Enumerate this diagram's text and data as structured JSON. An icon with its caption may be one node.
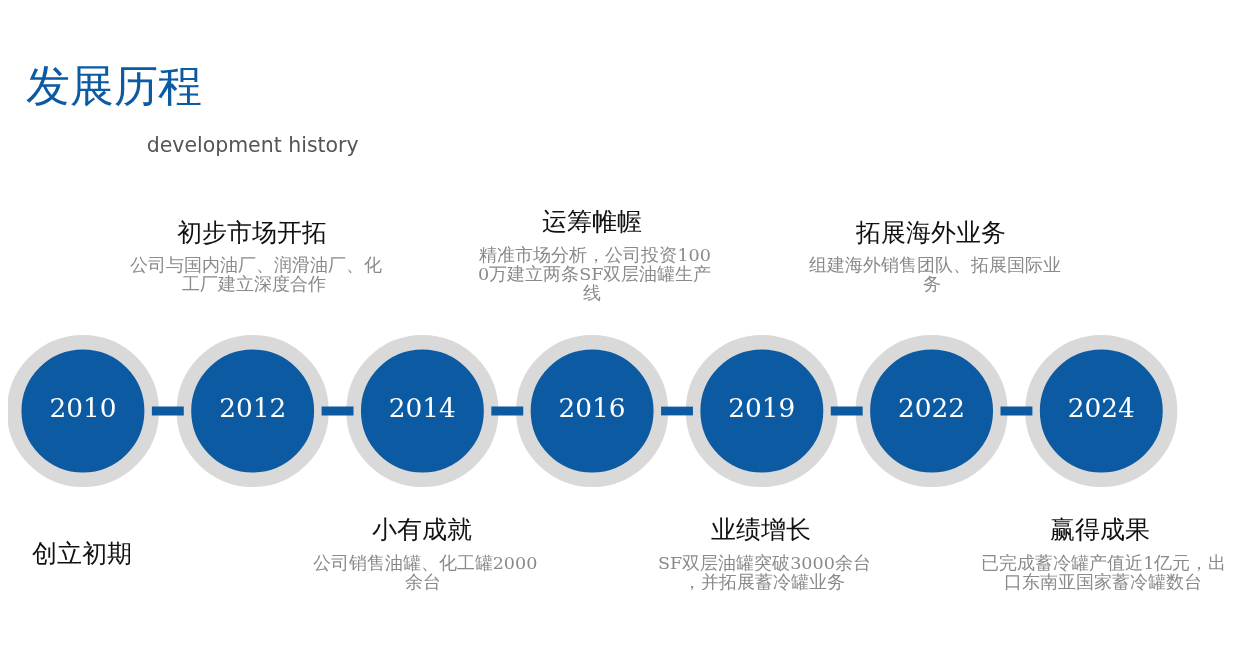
{
  "diagram": {
    "title": "发展历程",
    "nodes": [
      {
        "text": [
          "2010"
        ],
        "beside": [
          "创立初期"
        ]
      },
      {
        "text": [
          "2012"
        ],
        "beside": [
          "初步市场开拓",
          "公司与国内油厂、润滑油厂、化工厂建立深度合作"
        ]
      },
      {
        "text": [
          "2014"
        ],
        "beside": [
          "小有成就",
          "公司销售油罐、化工罐2000余台"
        ]
      },
      {
        "text": [
          "2016"
        ],
        "beside": [
          "运筹帷幄",
          "精准市场分析，公司投资1000万建立两条SF双层油罐生产线"
        ]
      },
      {
        "text": [
          "2019"
        ],
        "beside": [
          "业绩增长",
          "SF双层油罐突破3000余台，并拓展蓄冷罐业务"
        ]
      },
      {
        "text": [
          "2022"
        ],
        "beside": [
          "拓展海外业务",
          "组建海外销售团队、拓展国际业务"
        ]
      },
      {
        "text": [
          "2024"
        ],
        "beside": [
          "赢得成果",
          "已完成蓄冷罐产值近1亿元，出口东南亚国家蓄冷罐数台"
        ]
      }
    ],
    "edges": [
      {
        "from": 0,
        "to": 1,
        "arrow": "none"
      },
      {
        "from": 1,
        "to": 2,
        "arrow": "none"
      },
      {
        "from": 2,
        "to": 3,
        "arrow": "none"
      },
      {
        "from": 3,
        "to": 4,
        "arrow": "none"
      },
      {
        "from": 4,
        "to": 5,
        "arrow": "none"
      },
      {
        "from": 5,
        "to": 6,
        "arrow": "none"
      }
    ],
    "labels": [
      "development history"
    ]
  }
}
